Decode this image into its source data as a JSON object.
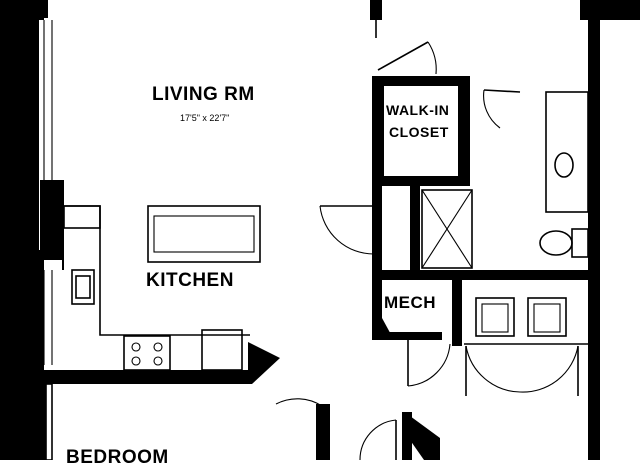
{
  "rooms": {
    "living": {
      "name": "LIVING RM",
      "dimensions": "17'5\" x 22'7\""
    },
    "walkin": {
      "line1": "WALK-IN",
      "line2": "CLOSET"
    },
    "kitchen": {
      "name": "KITCHEN"
    },
    "mech": {
      "name": "MECH"
    },
    "bedroom": {
      "name": "BEDROOM"
    }
  }
}
